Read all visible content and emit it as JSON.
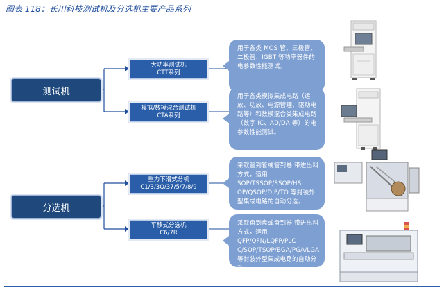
{
  "title": "图表 118：长川科技测试机及分选机主要产品系列",
  "categories": [
    {
      "label": "测试机",
      "products": [
        {
          "name": "大功率测试机",
          "series": "CTT系列",
          "description": "用于各类 MOS 管、三极管、二极管、IGBT 等功率器件的电参数性能测试。"
        },
        {
          "name": "模拟/数模混合测试机",
          "series": "CTA系列",
          "description": "用于各类模拟集成电路（运放、功放、电源管理、驱动电路等）和数模混合类集成电路（数字 IC、AD/DA 等）的电参数性能测试。"
        }
      ]
    },
    {
      "label": "分选机",
      "products": [
        {
          "name": "重力下滑式分机",
          "series": "C1/3/3Q/37/5/7/8/9",
          "description": "采取管到管或管到卷 带进出料方式，适用 SOP/TSSOP/SSOP/HS OP/QSOP/DIP/TO 等封装外型集成电路的自动分选。"
        },
        {
          "name": "平移式分选机",
          "series": "C6/7R",
          "description": "采取盘到盘或盘到卷 带进出料方式，适用 QFP/QFN/LQFP/PLC C/SOP/TSOP/BGA/PGA/LGA等封装外型集成电路的自动分选。"
        }
      ]
    }
  ],
  "colors": {
    "category_fill": "#1f497d",
    "product_fill": "#2a5ea8",
    "description_fill": "#7e9fd1",
    "line": "#1f4e9c"
  }
}
